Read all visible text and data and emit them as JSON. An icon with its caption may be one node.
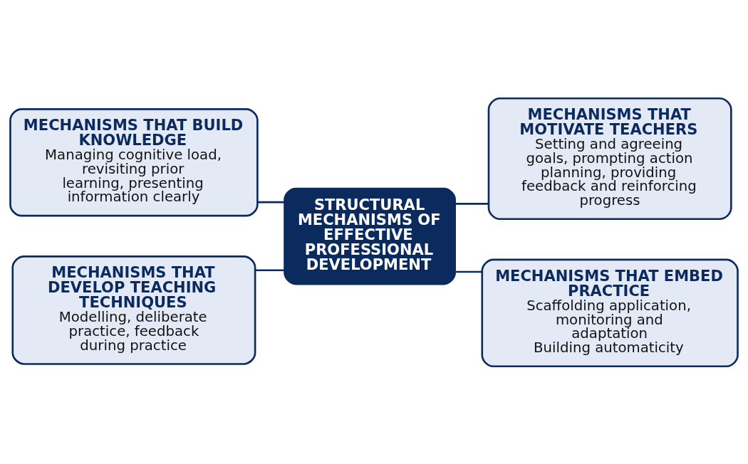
{
  "diagram": {
    "nodes": [
      {
        "text": [
          "MECHANISMS THAT BUILD KNOWLEDGE",
          "Managing cognitive load, revisiting prior learning, presenting information clearly"
        ]
      },
      {
        "text": [
          "MECHANISMS THAT MOTIVATE TEACHERS",
          "Setting and agreeing goals, prompting action planning, providing feedback and reinforcing progress"
        ]
      },
      {
        "text": [
          "STRUCTURAL MECHANISMS OF EFFECTIVE PROFESSIONAL DEVELOPMENT"
        ]
      },
      {
        "text": [
          "MECHANISMS THAT DEVELOP TEACHING TECHNIQUES",
          "Modelling, deliberate practice, feedback during practice"
        ]
      },
      {
        "text": [
          "MECHANISMS THAT EMBED PRACTICE",
          "Scaffolding application, monitoring and adaptation",
          "Building automaticity"
        ]
      }
    ],
    "edges": [
      {
        "from": 0,
        "to": 2,
        "arrow": "none"
      },
      {
        "from": 3,
        "to": 2,
        "arrow": "none"
      },
      {
        "from": 2,
        "to": 1,
        "arrow": "none"
      },
      {
        "from": 2,
        "to": 4,
        "arrow": "none"
      }
    ]
  }
}
